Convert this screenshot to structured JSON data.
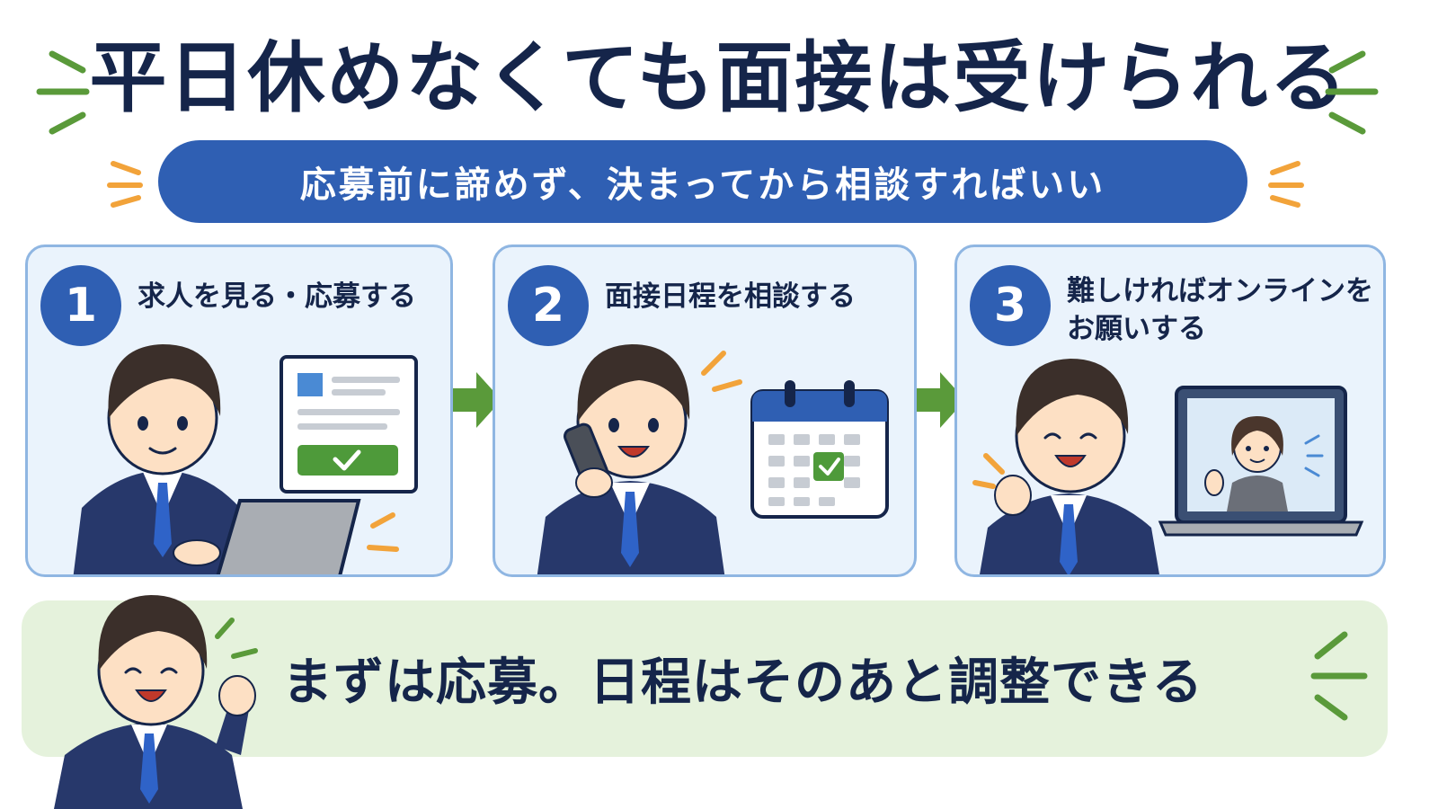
{
  "title": "平日休めなくても面接は受けられる",
  "subtitle": "応募前に諦めず、決まってから相談すればいい",
  "steps": [
    {
      "number": "1",
      "text": "求人を見る・応募する",
      "illustration": "laptop-application-form"
    },
    {
      "number": "2",
      "text": "面接日程を相談する",
      "illustration": "phone-calendar"
    },
    {
      "number": "3",
      "text_lines": [
        "難しければオンラインを",
        "お願いする"
      ],
      "illustration": "online-video-interview"
    }
  ],
  "footer": {
    "text": "まずは応募。日程はそのあと調整できる"
  },
  "colors": {
    "navy_text": "#15254a",
    "blue_accent": "#2f5fb3",
    "step_panel": "#eaf3fc",
    "step_border": "#8fb6e2",
    "green_arrow": "#5a9a3a",
    "footer_band": "#e5f2dc",
    "orange_sparkle": "#f2a33a",
    "green_sparkle": "#5a9a3a"
  },
  "icons": [
    "arrow-right-icon",
    "checkmark-icon",
    "calendar-icon",
    "laptop-icon",
    "phone-icon",
    "sparkle-icon"
  ]
}
